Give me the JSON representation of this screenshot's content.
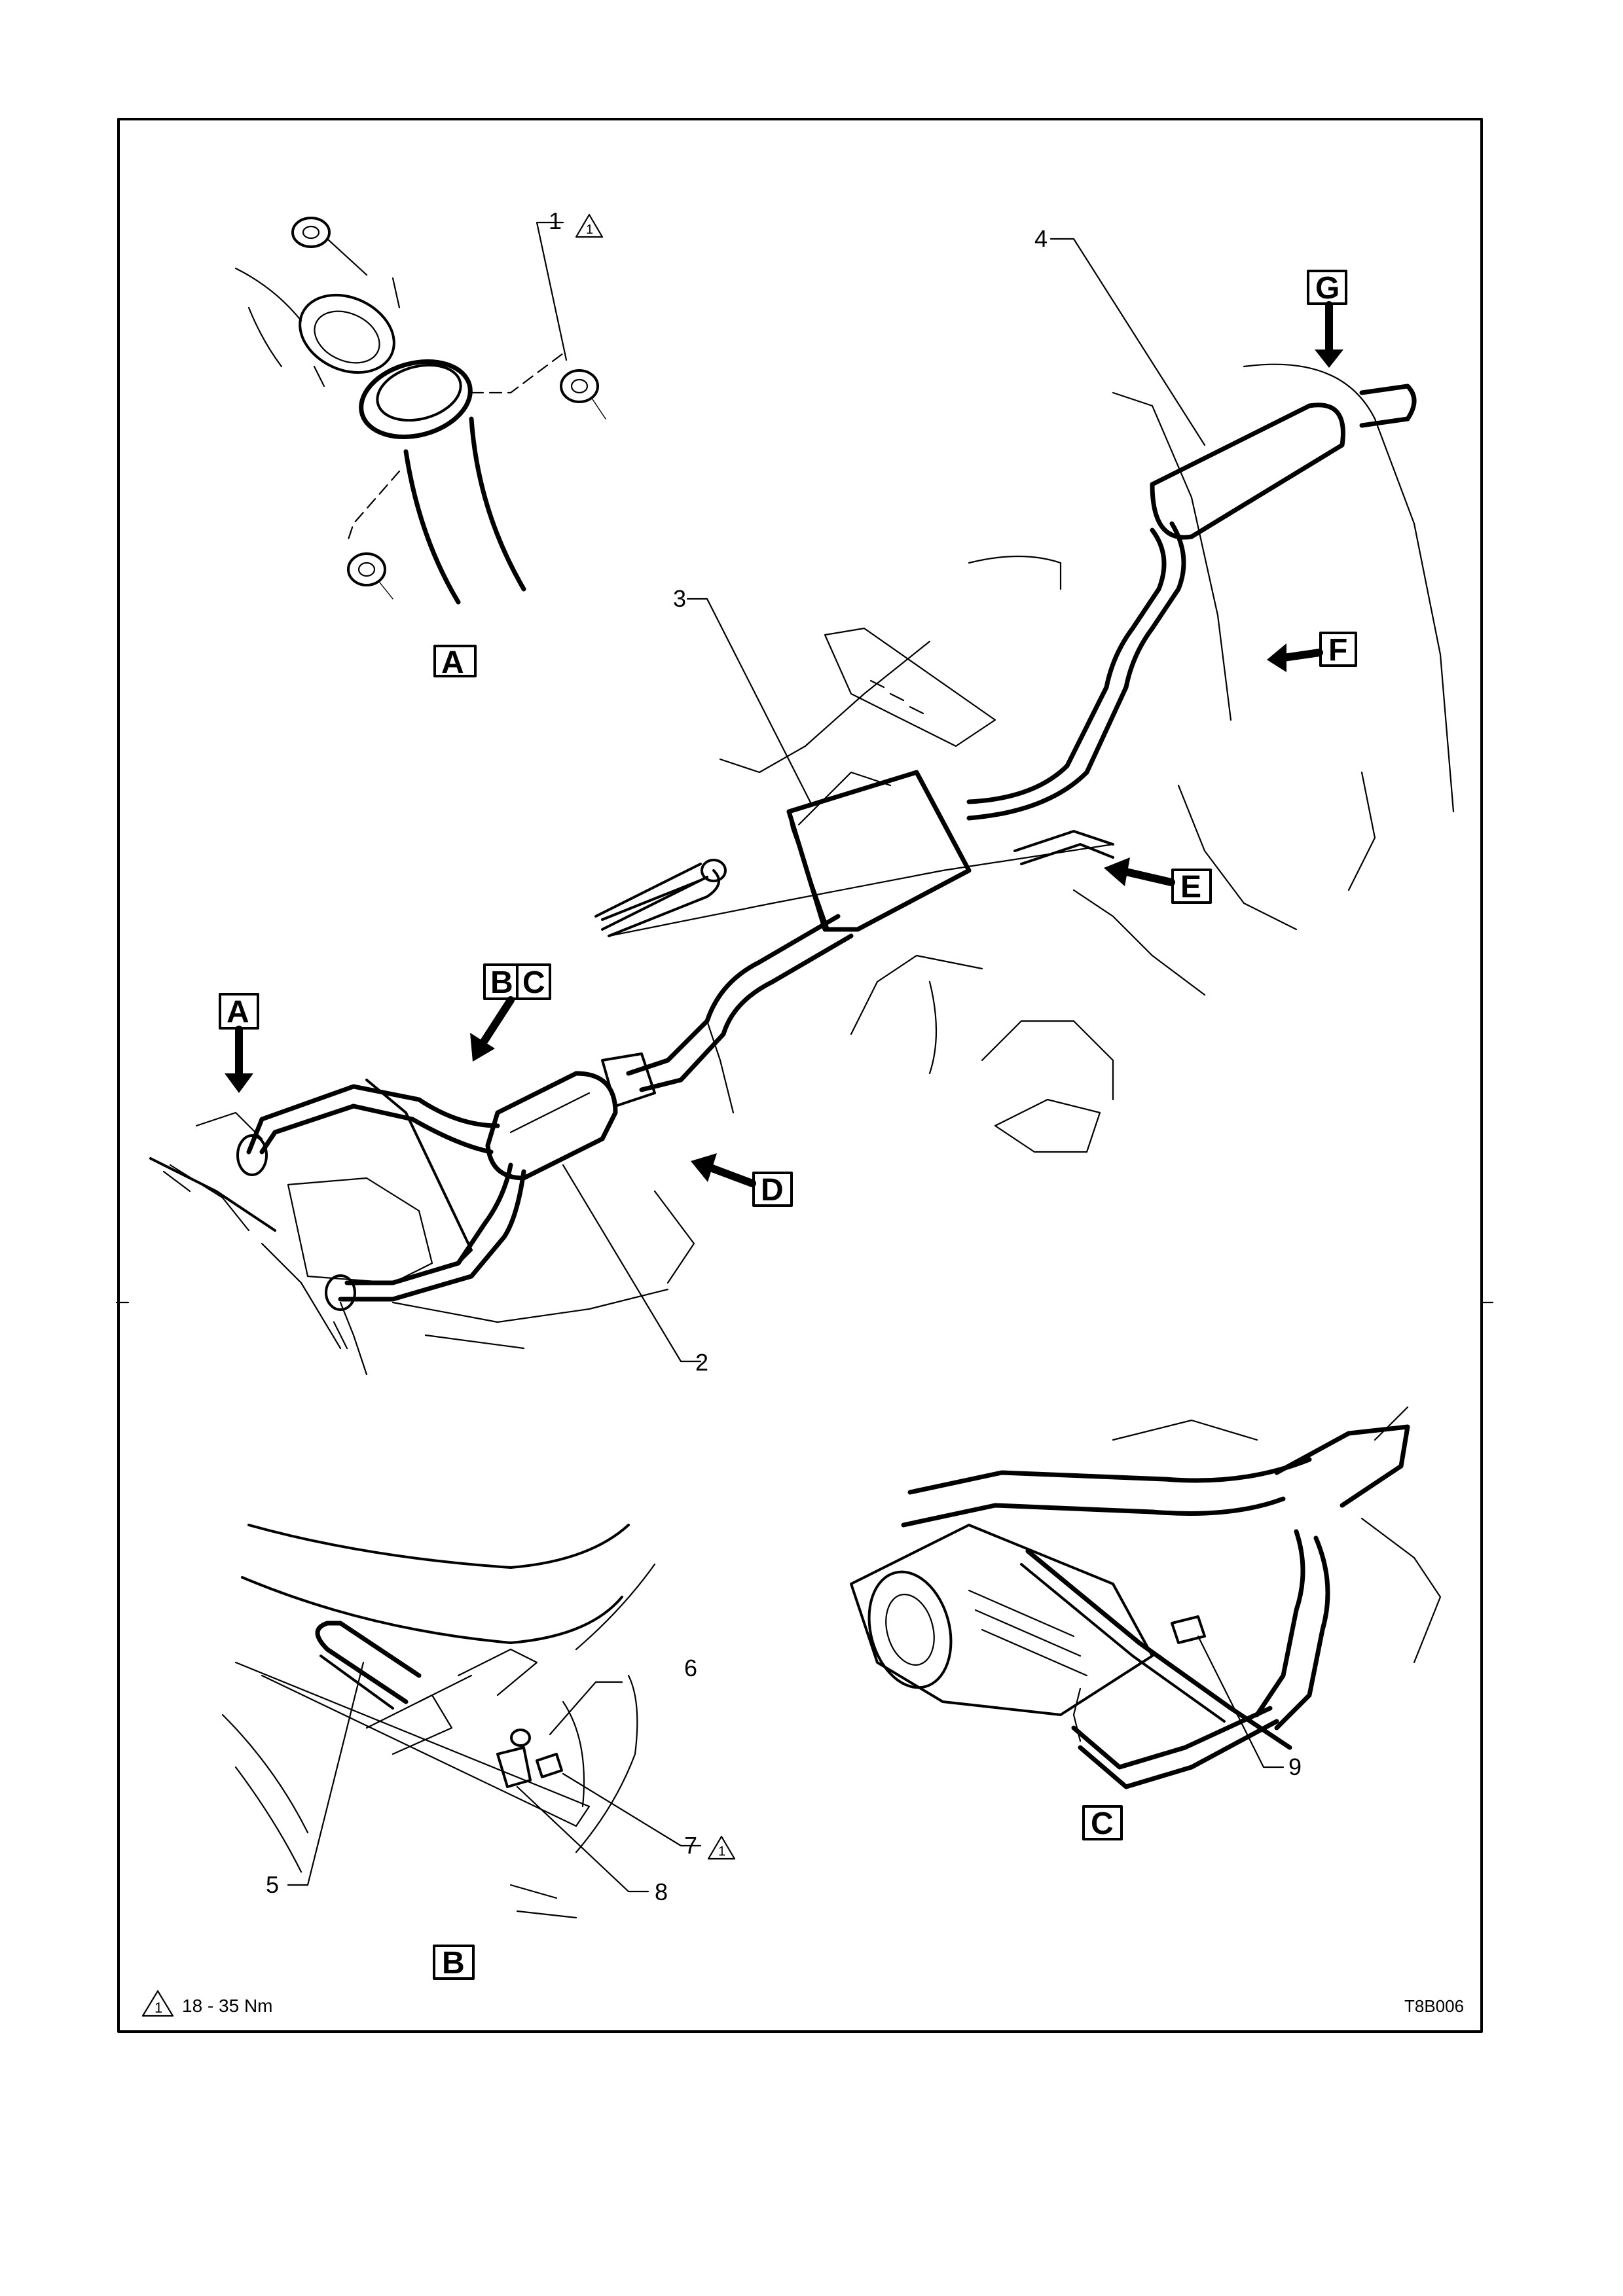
{
  "view_labels": {
    "a_detail": "A",
    "b_detail": "B",
    "c_detail": "C",
    "arrow_a": "A",
    "arrow_bc_b": "B",
    "arrow_bc_c": "C",
    "arrow_d": "D",
    "arrow_e": "E",
    "arrow_f": "F",
    "arrow_g": "G"
  },
  "callouts": {
    "c1": "1",
    "c2": "2",
    "c3": "3",
    "c4": "4",
    "c5": "5",
    "c6": "6",
    "c7": "7",
    "c8": "8",
    "c9": "9"
  },
  "torque_symbol": "1",
  "legend": {
    "torque_symbol": "1",
    "torque_text": "18 - 35 Nm"
  },
  "figure_code": "T8B006",
  "colors": {
    "ink": "#000000",
    "paper": "#ffffff"
  }
}
